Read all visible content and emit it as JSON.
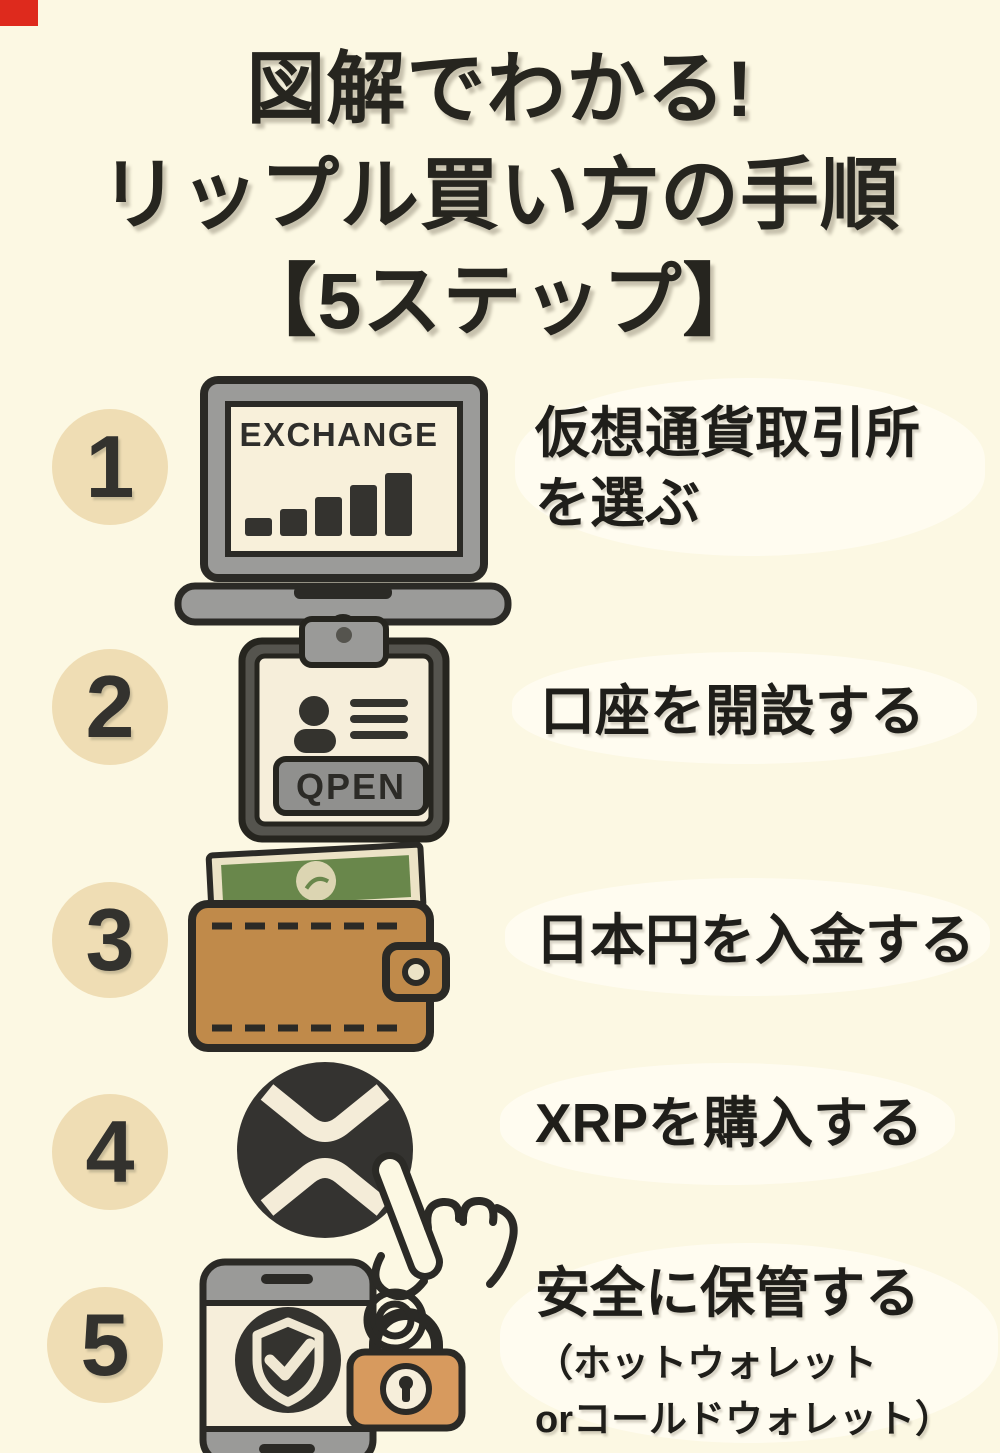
{
  "colors": {
    "background": "#fcf8e3",
    "ink": "#26251f",
    "step_circle_tan": "#efddb4",
    "icon_gray": "#9a9a98",
    "icon_dark": "#34332f",
    "screen_cream": "#f6eeda",
    "wallet_orange": "#c08a4a",
    "lock_orange": "#d79a5e",
    "bill_green": "#69874b",
    "corner_artifact_red": "#de2a1d"
  },
  "title": {
    "line1": "図解でわかる!",
    "line2": "リップル買い方の手順",
    "line3": "【5ステップ】"
  },
  "steps": [
    {
      "number": "1",
      "icon": "laptop-exchange",
      "screen_label": "EXCHANGE",
      "label_lines": [
        "仮想通貨取引所",
        "を選ぶ"
      ]
    },
    {
      "number": "2",
      "icon": "clipboard-id",
      "button_label": "QPEN",
      "label_lines": [
        "口座を開設する"
      ]
    },
    {
      "number": "3",
      "icon": "wallet-cash",
      "label_lines": [
        "日本円を入金する"
      ]
    },
    {
      "number": "4",
      "icon": "xrp-coin-tap",
      "label_lines": [
        "XRPを購入する"
      ]
    },
    {
      "number": "5",
      "icon": "phone-shield-lock",
      "label_lines": [
        "安全に保管する",
        "（ホットウォレット",
        "orコールドウォレット）"
      ]
    }
  ]
}
